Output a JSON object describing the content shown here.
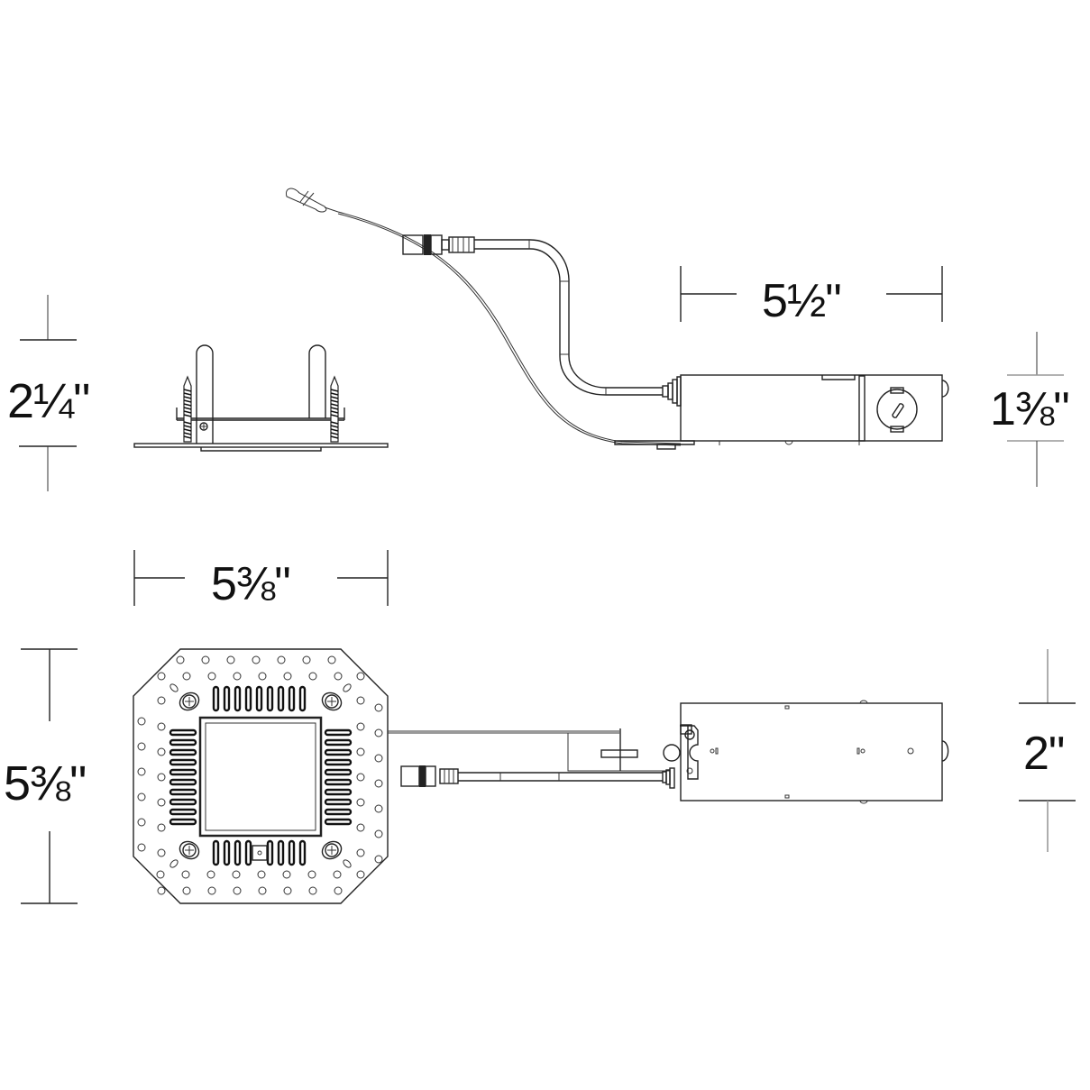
{
  "drawing": {
    "title": "Recessed luminaire housing with remote driver - dimension drawing",
    "line_color": "#222222",
    "background": "#ffffff"
  },
  "dimensions": {
    "side_view_height": "2¼\"",
    "driver_length": "5½\"",
    "driver_height": "1⅜\"",
    "mounting_plate_width": "5⅜\"",
    "mounting_plate_height": "5⅜\"",
    "driver_width": "2\""
  },
  "views": [
    {
      "name": "housing-side-view",
      "dimension_key": "side_view_height"
    },
    {
      "name": "driver-side-view",
      "dimension_keys": [
        "driver_length",
        "driver_height"
      ]
    },
    {
      "name": "housing-top-view",
      "dimension_keys": [
        "mounting_plate_width",
        "mounting_plate_height"
      ]
    },
    {
      "name": "driver-top-view",
      "dimension_key": "driver_width"
    }
  ]
}
